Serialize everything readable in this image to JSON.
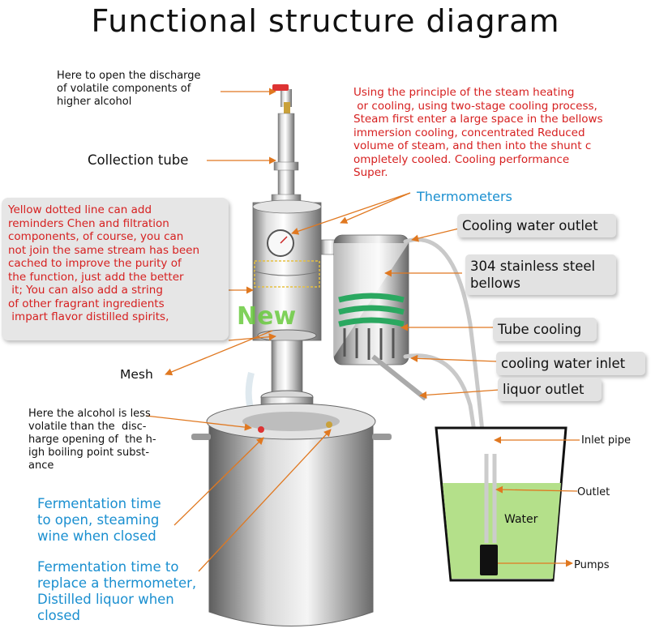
{
  "title": "Functional structure diagram",
  "labels": {
    "discharge": "Here to open the discharge\nof volatile components of\nhigher alcohol",
    "collection_tube": "Collection tube",
    "principle": "Using the principle of the steam heating\n or cooling, using two-stage cooling process,\nSteam first enter a large space in the bellows\nimmersion cooling, concentrated Reduced\nvolume of steam, and then into the shunt c\nompletely cooled. Cooling performance\nSuper.",
    "yellow_line": "Yellow dotted line can add\nreminders Chen and filtration\ncomponents, of course, you can\nnot join the same stream has been\ncached to improve the purity of\nthe function, just add the better\n it; You can also add a string\nof other fragrant ingredients\n impart flavor distilled spirits,",
    "thermometers": "Thermometers",
    "cooling_water_outlet": "Cooling water outlet",
    "bellows": "304 stainless steel\nbellows",
    "tube_cooling": "Tube cooling",
    "cooling_water_inlet": "cooling water inlet",
    "liquor_outlet": "liquor outlet",
    "mesh": "Mesh",
    "alcohol_note": "Here the alcohol is less\nvolatile than the  disc-\nharge opening of  the h-\nigh boiling point subst-\nance",
    "inlet_pipe": "Inlet pipe",
    "outlet": "Outlet",
    "water": "Water",
    "pumps": "Pumps",
    "fermentation_open": "Fermentation time\nto open, steaming\nwine when closed",
    "fermentation_replace": "Fermentation time to\nreplace a thermometer,\nDistilled liquor when\nclosed",
    "new_badge": "New"
  },
  "colors": {
    "arrow": "#e07820",
    "red_text": "#d62020",
    "blue_text": "#1a8fd0",
    "water": "#b4e08a",
    "steel_light": "#e8e8e8",
    "steel_dark": "#8c8c8c",
    "green_coil": "#2aa860"
  }
}
